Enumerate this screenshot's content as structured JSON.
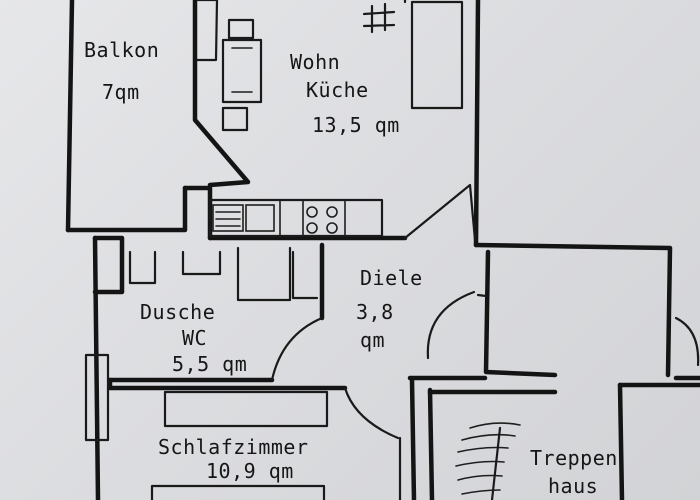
{
  "title": "",
  "rooms": [
    {
      "id": "balkon",
      "lines": [
        "Balkon",
        "7qm"
      ]
    },
    {
      "id": "wohnkueche",
      "lines": [
        "Wohn",
        "Küche",
        "13,5 qm"
      ]
    },
    {
      "id": "diele",
      "lines": [
        "Diele",
        "3,8",
        "qm"
      ]
    },
    {
      "id": "dusche",
      "lines": [
        "Dusche",
        "WC",
        "5,5 qm"
      ]
    },
    {
      "id": "schlafzimmer",
      "lines": [
        "Schlafzimmer",
        "10,9 qm"
      ]
    },
    {
      "id": "treppenhaus",
      "lines": [
        "Treppen",
        "haus"
      ]
    }
  ],
  "colors": {
    "ink": "#141414",
    "paper": "#e3e4e6"
  }
}
